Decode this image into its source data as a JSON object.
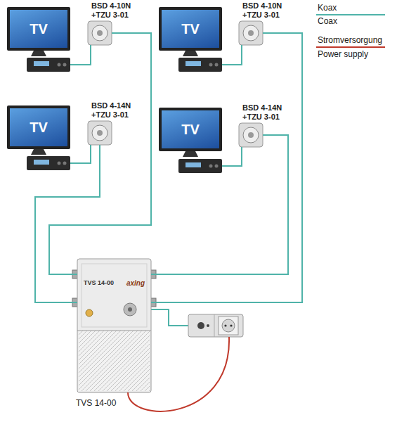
{
  "diagram": {
    "nodes": [
      {
        "text": [
          "TV"
        ]
      },
      {
        "text": [
          "BSD 4-10N +TZU 3-01"
        ]
      },
      {
        "text": [
          "TV"
        ]
      },
      {
        "text": [
          "BSD 4-10N +TZU 3-01"
        ]
      },
      {
        "text": [
          "TV"
        ]
      },
      {
        "text": [
          "BSD 4-14N +TZU 3-01"
        ]
      },
      {
        "text": [
          "TV"
        ]
      },
      {
        "text": [
          "BSD 4-14N +TZU 3-01"
        ]
      },
      {
        "text": [
          "TVS 14-00",
          "axing"
        ]
      }
    ],
    "edges": [
      {
        "from": 1,
        "to": 8,
        "arrow": "none"
      },
      {
        "from": 3,
        "to": 8,
        "arrow": "none"
      },
      {
        "from": 5,
        "to": 8,
        "arrow": "none"
      },
      {
        "from": 7,
        "to": 8,
        "arrow": "none"
      }
    ],
    "labels": [
      "TVS 14-00"
    ],
    "legend": [
      {
        "text": "Koax"
      },
      {
        "text": "Coax"
      },
      {
        "text": "Stromversorgung"
      },
      {
        "text": "Power supply"
      }
    ]
  }
}
